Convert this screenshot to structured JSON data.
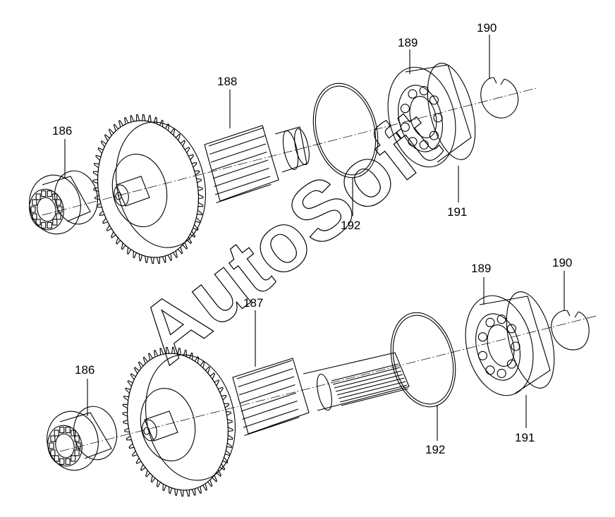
{
  "watermark": "AutoSoft",
  "upper_assembly": {
    "labels": {
      "bearing_left": "186",
      "gear_shaft": "188",
      "bearing_right": "189",
      "circlip": "190",
      "snap_ring": "191",
      "o_ring": "192"
    }
  },
  "lower_assembly": {
    "labels": {
      "bearing_left": "186",
      "gear_shaft": "187",
      "bearing_right": "189",
      "circlip": "190",
      "snap_ring": "191",
      "o_ring": "192"
    }
  }
}
